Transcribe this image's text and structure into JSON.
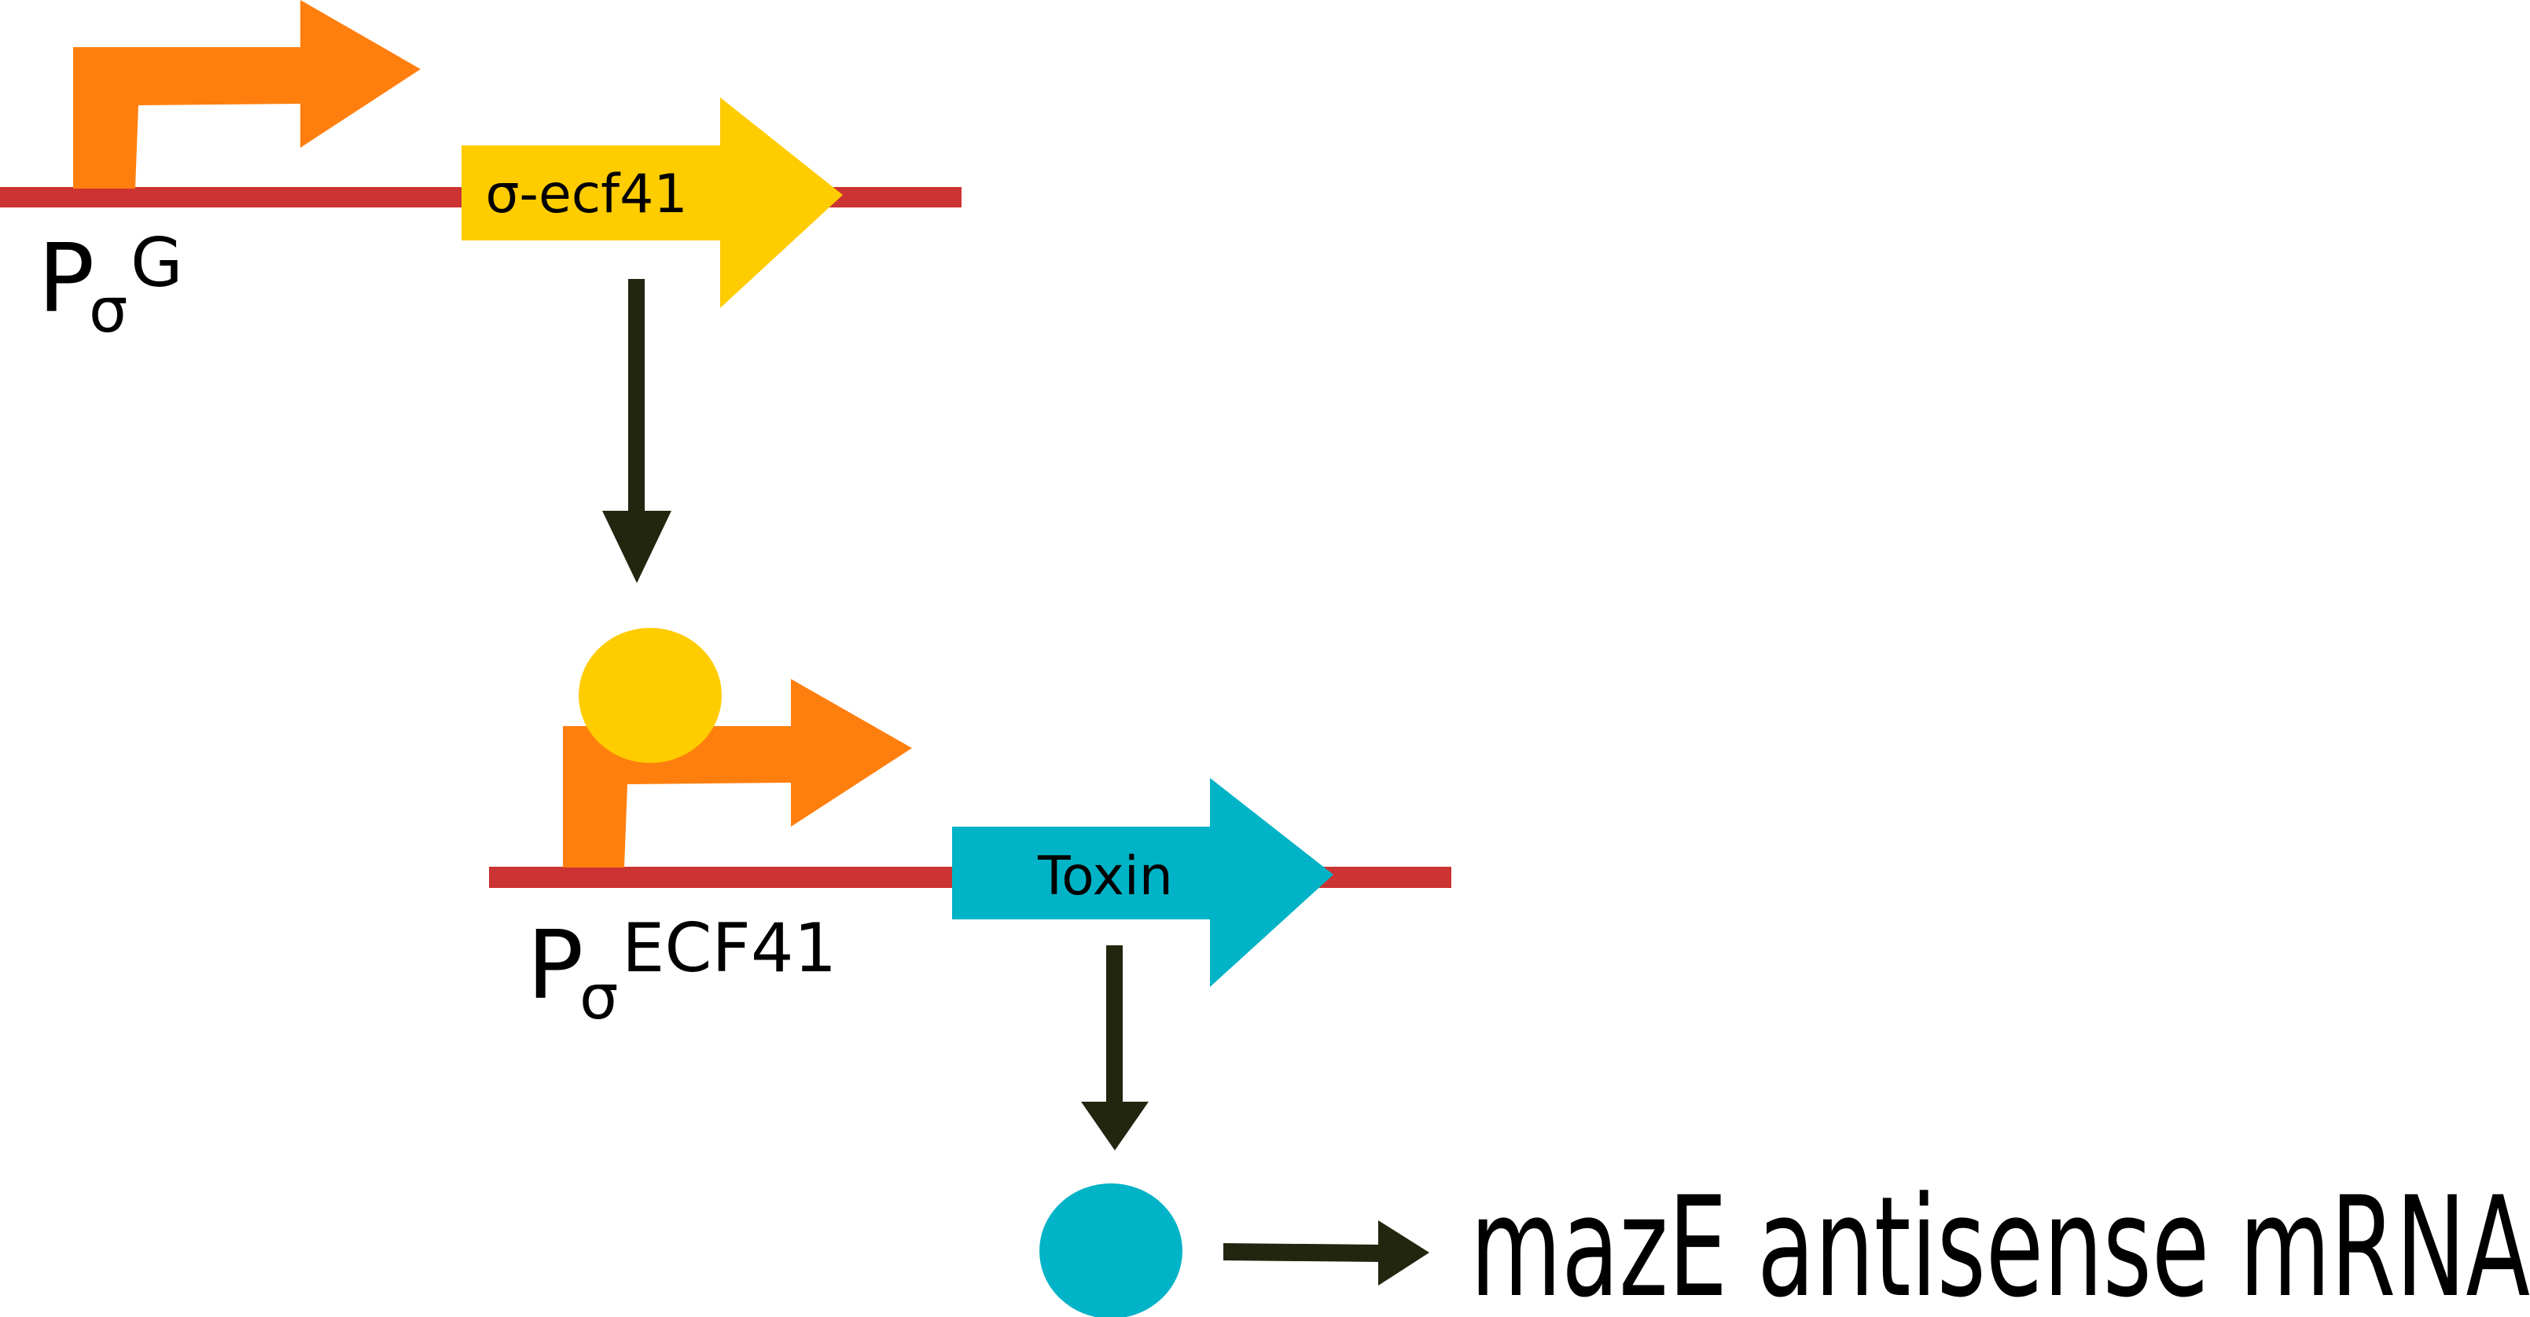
{
  "colors": {
    "dna": "#cc3333",
    "promoter": "#ff7f0e",
    "sigma_gene": "#ffcc00",
    "sigma_protein": "#ffcc00",
    "toxin_gene": "#00b3c6",
    "toxin_protein": "#00b3c6",
    "arrow": "#22260f",
    "text": "#000000"
  },
  "top_construct": {
    "promoter": {
      "label_main": "P",
      "label_sub": "σ",
      "label_sup": "G",
      "icon": "bent-arrow-promoter-icon"
    },
    "gene": {
      "label": "σ-ecf41",
      "icon": "gene-arrow-icon"
    }
  },
  "bottom_construct": {
    "promoter": {
      "label_main": "P",
      "label_sub": "σ",
      "label_sup": "ECF41",
      "icon": "bent-arrow-promoter-icon"
    },
    "gene": {
      "label": "Toxin",
      "icon": "gene-arrow-icon"
    }
  },
  "output": {
    "label": "mazE antisense mRNA"
  }
}
